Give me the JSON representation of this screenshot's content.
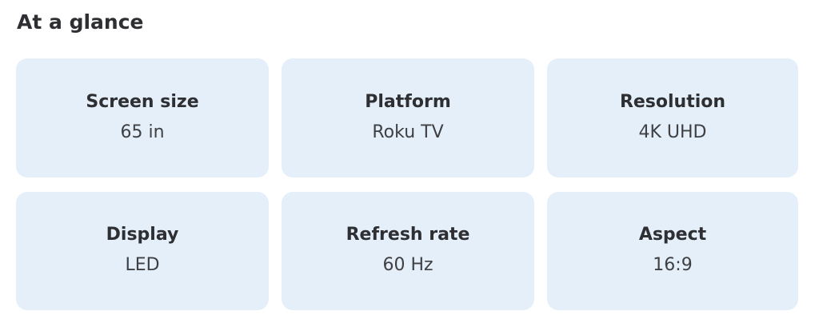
{
  "section": {
    "title": "At a glance"
  },
  "tiles": [
    {
      "label": "Screen size",
      "value": "65 in"
    },
    {
      "label": "Platform",
      "value": "Roku TV"
    },
    {
      "label": "Resolution",
      "value": "4K UHD"
    },
    {
      "label": "Display",
      "value": "LED"
    },
    {
      "label": "Refresh rate",
      "value": "60 Hz"
    },
    {
      "label": "Aspect",
      "value": "16:9"
    }
  ],
  "colors": {
    "tile_background": "#e5effa",
    "text_primary": "#2e2f32",
    "text_secondary": "#3f4043"
  }
}
